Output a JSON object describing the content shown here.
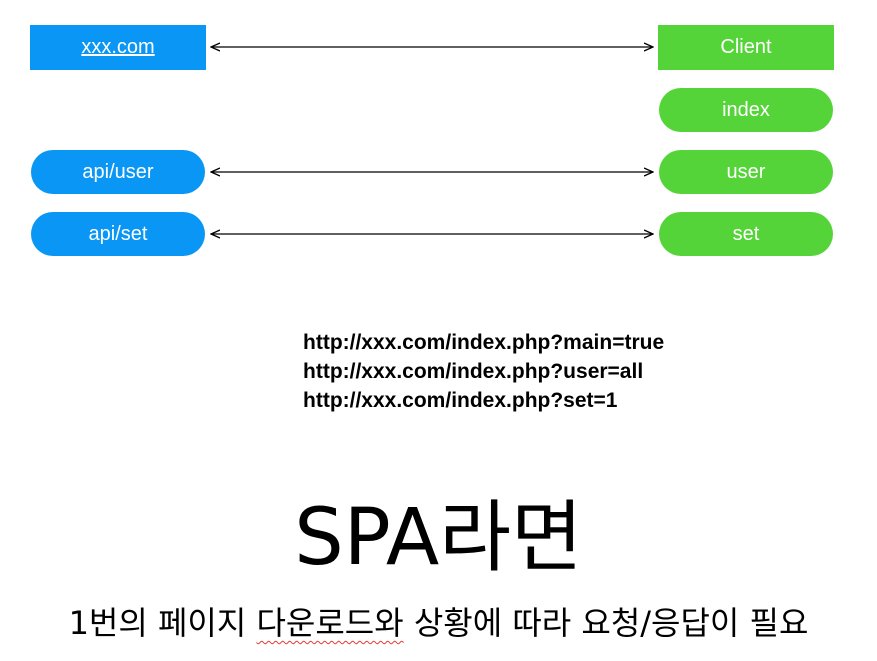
{
  "server": {
    "domain": "xxx.com",
    "api_user": "api/user",
    "api_set": "api/set"
  },
  "client": {
    "label": "Client",
    "index": "index",
    "user": "user",
    "set": "set"
  },
  "urls": [
    "http://xxx.com/index.php?main=true",
    "http://xxx.com/index.php?user=all",
    "http://xxx.com/index.php?set=1"
  ],
  "title": "SPA라면",
  "subtitle": {
    "before": "1번의 페이지 ",
    "marked": "다운로드와",
    "after": " 상황에 따라 요청/응답이 필요"
  },
  "colors": {
    "server": "#0a96f5",
    "client": "#55d43a",
    "spellcheck": "#e53935"
  }
}
